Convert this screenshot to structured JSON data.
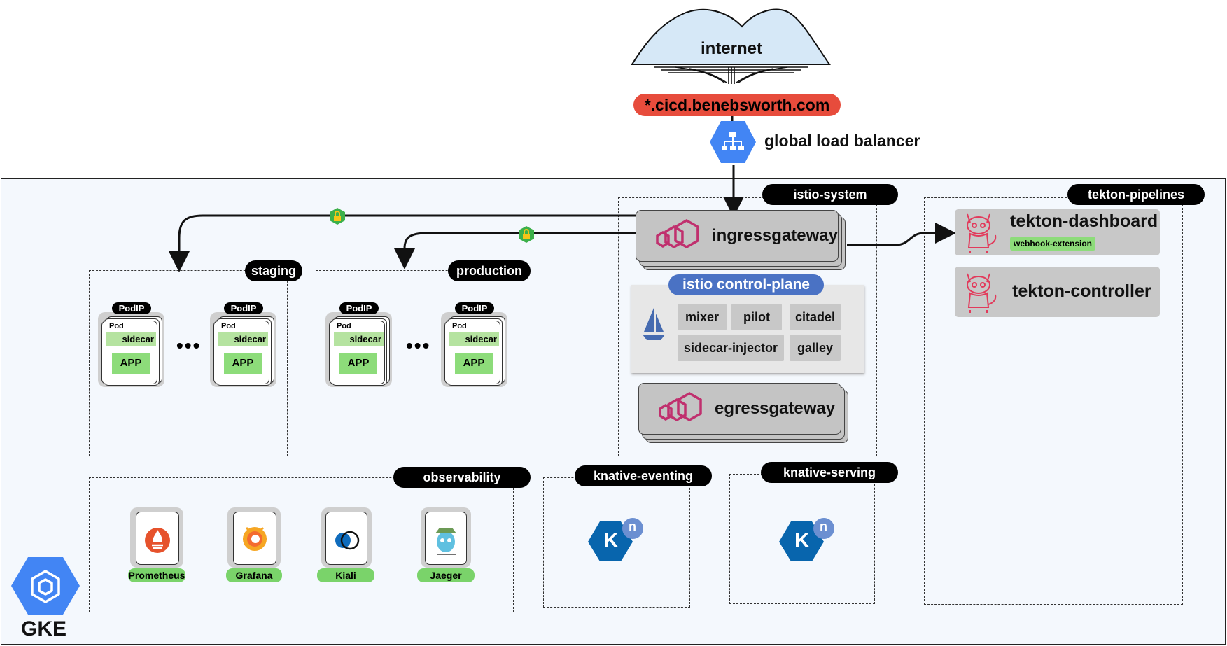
{
  "internet": {
    "label": "internet"
  },
  "domain": {
    "label": "*.cicd.benebsworth.com"
  },
  "load_balancer": {
    "label": "global load balancer"
  },
  "platform": {
    "label": "GKE"
  },
  "namespaces": {
    "istio_system": "istio-system",
    "tekton_pipelines": "tekton-pipelines",
    "staging": "staging",
    "production": "production",
    "observability": "observability",
    "knative_eventing": "knative-eventing",
    "knative_serving": "knative-serving"
  },
  "istio": {
    "ingress": "ingressgateway",
    "egress": "egressgateway",
    "control_plane": "istio control-plane",
    "components": [
      "mixer",
      "pilot",
      "citadel",
      "sidecar-injector",
      "galley"
    ]
  },
  "tekton": {
    "dashboard": "tekton-dashboard",
    "webhook": "webhook-extension",
    "controller": "tekton-controller"
  },
  "pods": {
    "podip": "PodIP",
    "pod": "Pod",
    "sidecar": "sidecar",
    "app": "APP",
    "ellipsis": "•••"
  },
  "observability": [
    "Prometheus",
    "Grafana",
    "Kiali",
    "Jaeger"
  ],
  "knative": {
    "letter": "K",
    "superscript": "n"
  },
  "colors": {
    "domain_red": "#e74c3c",
    "control_plane_blue": "#4a72c4",
    "gcp_blue": "#4285f4",
    "knative_blue": "#0865ad",
    "sidecar_green": "#b5e3a0",
    "app_green": "#8ddc7a",
    "envoy_magenta": "#c0306e"
  }
}
